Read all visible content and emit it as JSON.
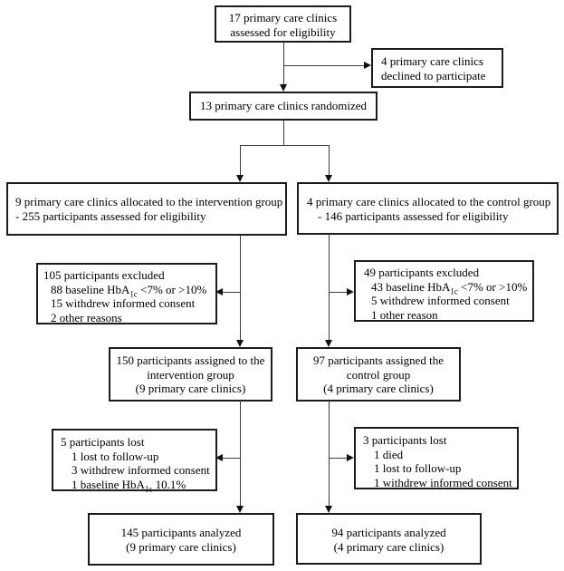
{
  "diagram": {
    "type": "consort-flowchart",
    "colors": {
      "background": "#ffffff",
      "box_border": "#1c1c1c",
      "connector": "#3c3c3c",
      "text": "#000000"
    }
  },
  "boxes": {
    "assessed": {
      "l1": "17 primary care clinics",
      "l2": "assessed for eligibility"
    },
    "declined": {
      "l1": "4 primary care clinics",
      "l2": "declined to participate"
    },
    "randomized": {
      "l1": "13 primary care clinics randomized"
    },
    "alloc_int": {
      "l1": "9 primary care clinics allocated to the intervention group",
      "l2": "- 255 participants assessed for eligibility"
    },
    "alloc_ctrl": {
      "l1": "4 primary care clinics allocated to the control group",
      "l2": "- 146 participants assessed for eligibility"
    },
    "excl_int": {
      "l1": "105 participants excluded",
      "l2_pre": "88 baseline HbA",
      "l2_sub": "1c",
      "l2_post": " <7% or >10%",
      "l3": "15 withdrew informed consent",
      "l4": "2 other reasons"
    },
    "excl_ctrl": {
      "l1": "49 participants excluded",
      "l2_pre": "43 baseline HbA",
      "l2_sub": "1c",
      "l2_post": " <7% or >10%",
      "l3": "5 withdrew informed consent",
      "l4": "1 other reason"
    },
    "assigned_int": {
      "l1": "150 participants assigned to the",
      "l2": "intervention group",
      "l3": "(9 primary care clinics)"
    },
    "assigned_ctrl": {
      "l1": "97 participants assigned the",
      "l2": "control group",
      "l3": "(4 primary care clinics)"
    },
    "lost_int": {
      "l1": "5 participants lost",
      "l2": "1 lost to follow-up",
      "l3": "3 withdrew informed consent",
      "l4_pre": "1 baseline HbA",
      "l4_sub": "1c",
      "l4_post": " 10.1%"
    },
    "lost_ctrl": {
      "l1": "3 participants lost",
      "l2": "1 died",
      "l3": "1 lost to follow-up",
      "l4": "1 withdrew informed consent"
    },
    "analyzed_int": {
      "l1": "145 participants analyzed",
      "l2": "(9 primary care clinics)"
    },
    "analyzed_ctrl": {
      "l1": "94 participants analyzed",
      "l2": "(4 primary care clinics)"
    }
  }
}
